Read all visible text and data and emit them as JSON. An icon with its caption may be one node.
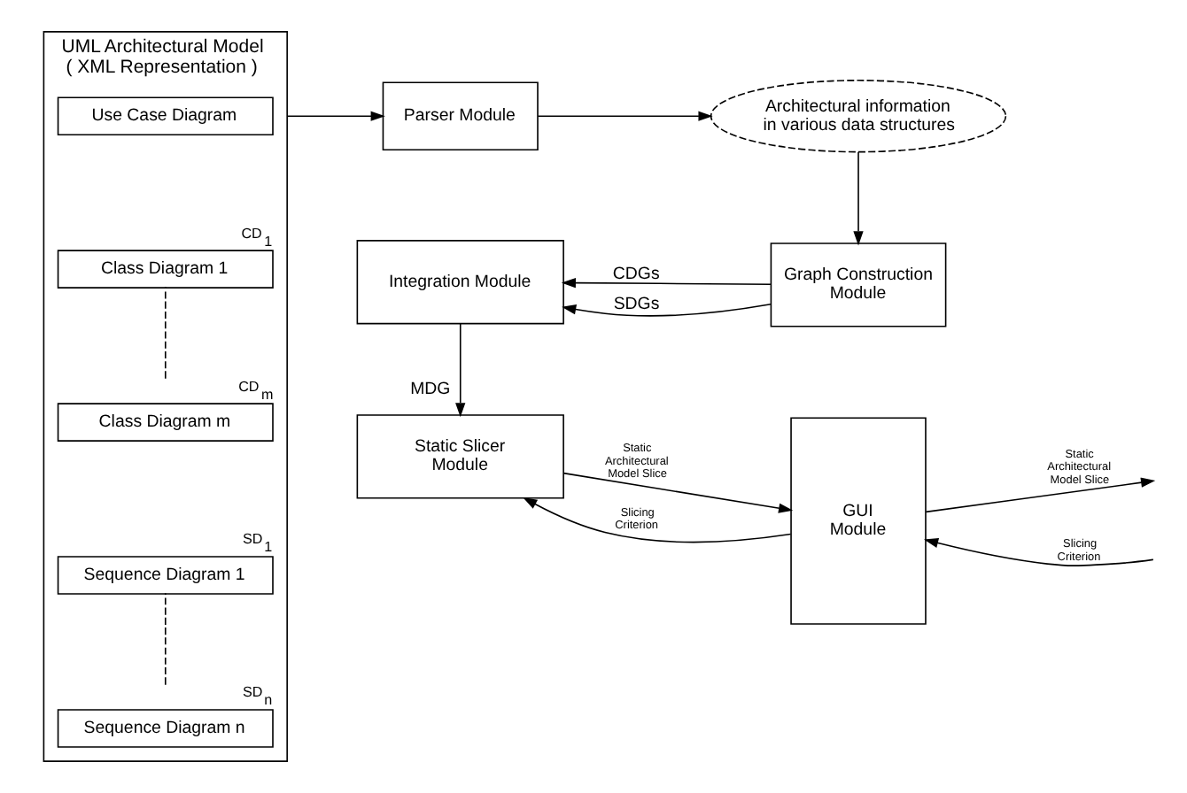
{
  "diagram": {
    "nodes": [
      {
        "text": [
          "UML Architectural Model ( XML Representation )"
        ]
      },
      {
        "text": [
          "Use Case Diagram"
        ],
        "in": 0
      },
      {
        "text": [
          "Class Diagram 1"
        ],
        "in": 0,
        "beside": [
          "CD$_{1}$"
        ]
      },
      {
        "text": [
          "Class Diagram m"
        ],
        "in": 0,
        "beside": [
          "CD$_{m}$"
        ]
      },
      {
        "text": [
          "Sequence Diagram 1"
        ],
        "in": 0,
        "beside": [
          "SD$_{1}$"
        ]
      },
      {
        "text": [
          "Sequence Diagram n"
        ],
        "in": 0,
        "beside": [
          "SD$_{n}$"
        ]
      },
      {
        "text": [
          "Parser Module"
        ]
      },
      {
        "text": [
          "Architectural information in various data structures"
        ]
      },
      {
        "text": [
          "Graph Construction Module"
        ]
      },
      {
        "text": [
          "Integration Module"
        ]
      },
      {
        "text": [
          "GUI Module"
        ]
      },
      {
        "text": [
          "Static Slicer Module"
        ]
      }
    ],
    "edges": [
      {
        "from": 0,
        "to": 6,
        "arrow": "to"
      },
      {
        "from": 6,
        "to": 7,
        "arrow": "to"
      },
      {
        "from": 7,
        "to": 8,
        "arrow": "to"
      },
      {
        "from": 8,
        "to": 9,
        "arrow": "to",
        "label": "CDGs"
      },
      {
        "from": 8,
        "to": 9,
        "arrow": "to",
        "label": "SDGs"
      },
      {
        "from": 9,
        "to": 11,
        "arrow": "to",
        "label": "MDG"
      },
      {
        "from": 10,
        "to": 11,
        "arrow": "to",
        "label": "Slicing Criterion"
      },
      {
        "from": 11,
        "to": 10,
        "arrow": "to",
        "label": "Static Architectural Model Slice"
      },
      {
        "from": null,
        "to": 10,
        "arrow": "to",
        "label": "Slicing Criterion"
      },
      {
        "from": 10,
        "to": null,
        "arrow": "to",
        "label": "Static Architectural Model Slice"
      },
      {
        "from": 2,
        "to": 3,
        "arrow": "none",
        "style": "dashed"
      },
      {
        "from": 4,
        "to": 5,
        "arrow": "none",
        "style": "dashed"
      }
    ]
  }
}
